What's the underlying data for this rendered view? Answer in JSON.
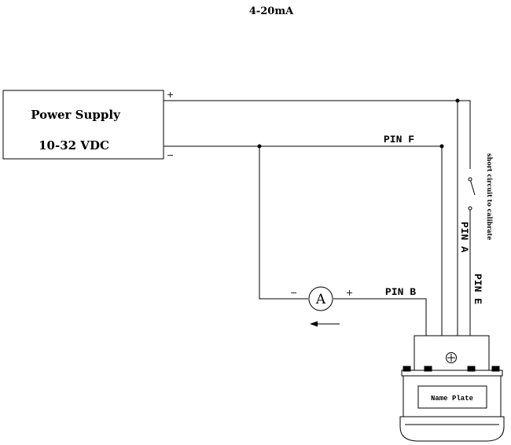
{
  "title": "4-20mA",
  "power_supply": {
    "line1": "Power Supply",
    "line2": "10-32 VDC",
    "plus_label": "+",
    "minus_label": "−"
  },
  "pins": {
    "f": "PIN F",
    "b": "PIN B",
    "a": "PIN A",
    "e": "PIN E"
  },
  "ammeter": {
    "symbol": "A",
    "minus_label": "−",
    "plus_label": "+"
  },
  "switch_label": "short circuit to calibrate",
  "ground_symbol": "⊕",
  "name_plate": "Name Plate"
}
